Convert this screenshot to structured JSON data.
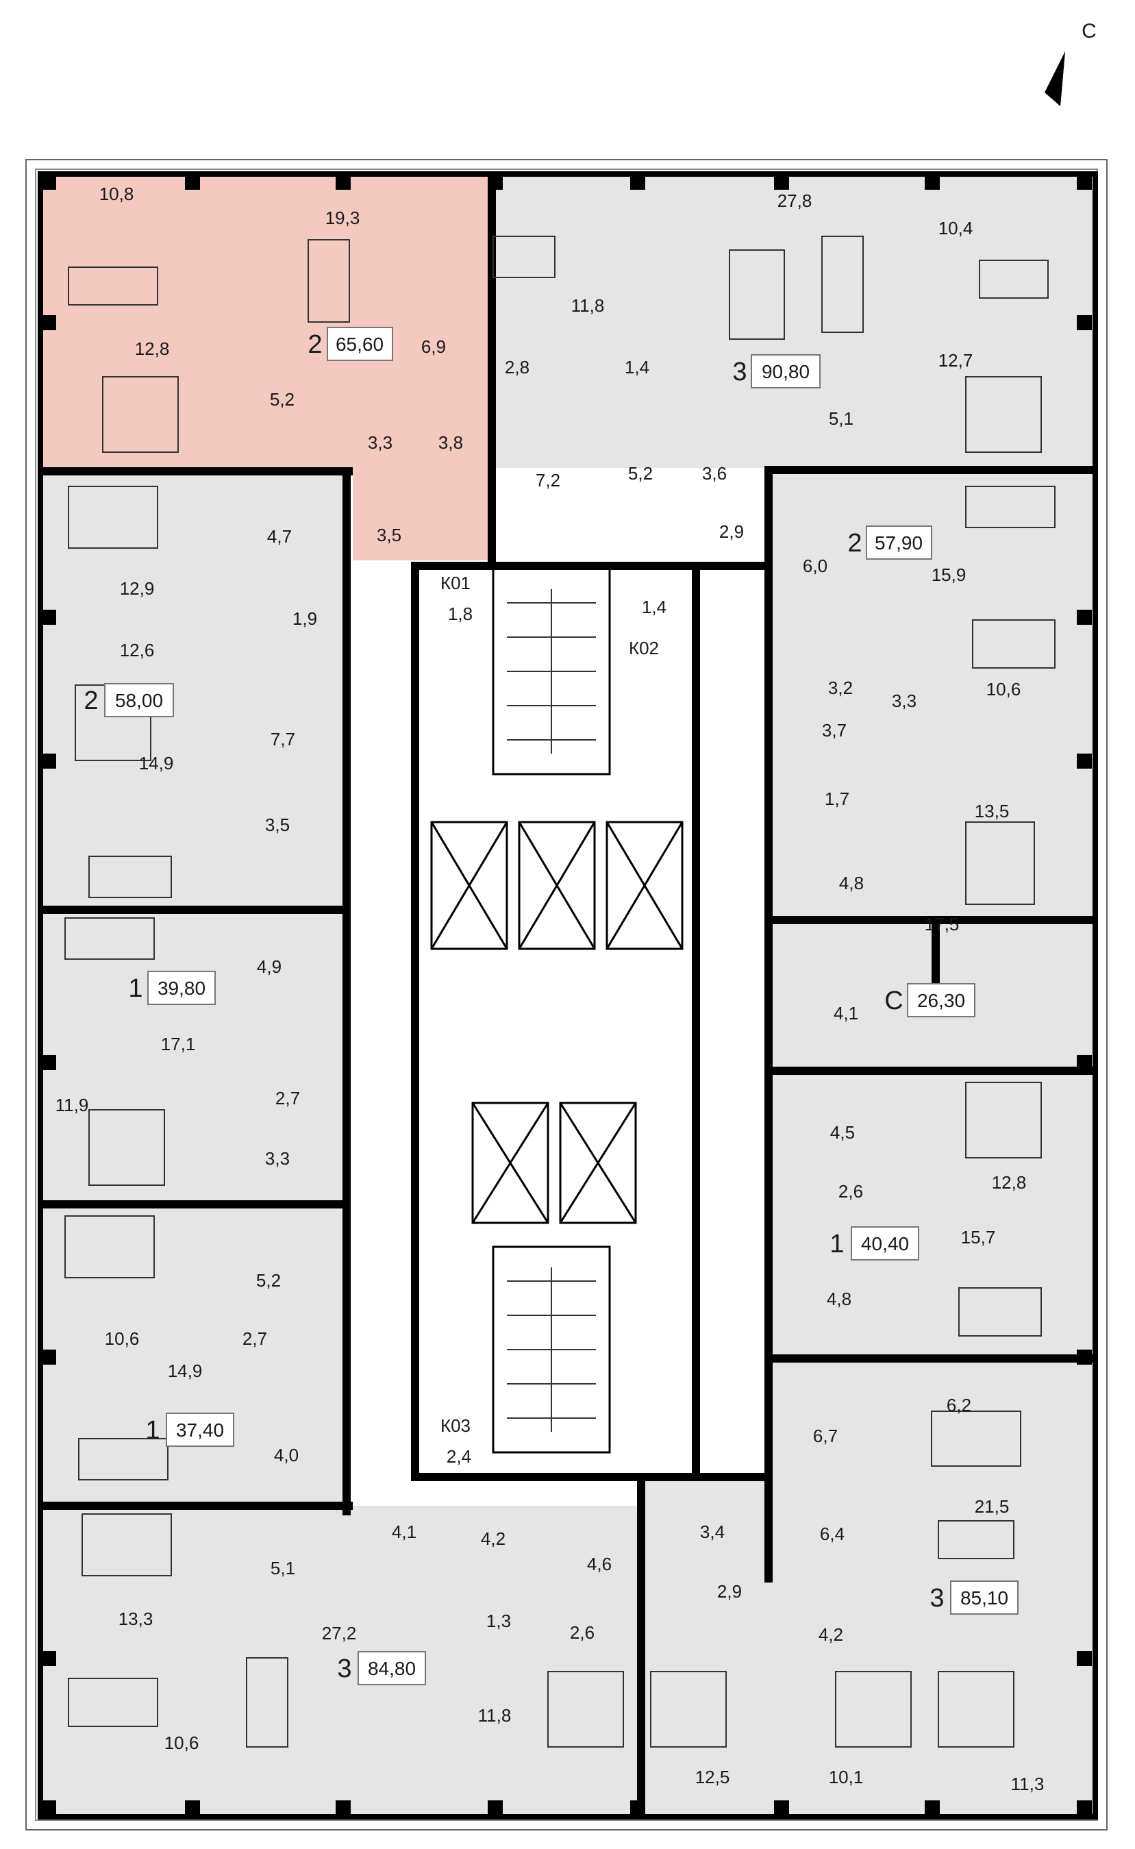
{
  "compass_label": "С",
  "colors": {
    "highlight": "#f4c9c0",
    "apartment_fill": "#e5e5e5",
    "corridor_fill": "#ffffff",
    "wall": "#000000"
  },
  "apartments": [
    {
      "rooms": "2",
      "total": "65,60",
      "highlighted": true
    },
    {
      "rooms": "3",
      "total": "90,80"
    },
    {
      "rooms": "2",
      "total": "57,90"
    },
    {
      "rooms": "2",
      "total": "58,00"
    },
    {
      "rooms": "1",
      "total": "39,80"
    },
    {
      "rooms": "С",
      "total": "26,30"
    },
    {
      "rooms": "1",
      "total": "40,40"
    },
    {
      "rooms": "1",
      "total": "37,40"
    },
    {
      "rooms": "3",
      "total": "85,10"
    },
    {
      "rooms": "3",
      "total": "84,80"
    }
  ],
  "rooms": [
    "10,8",
    "19,3",
    "12,8",
    "6,9",
    "5,2",
    "3,3",
    "3,8",
    "3,5",
    "11,8",
    "2,8",
    "1,4",
    "27,8",
    "10,4",
    "12,7",
    "7,2",
    "5,2",
    "3,6",
    "5,1",
    "2,9",
    "12,9",
    "4,7",
    "1,9",
    "12,6",
    "7,7",
    "14,9",
    "3,5",
    "6,0",
    "15,9",
    "3,2",
    "3,3",
    "10,6",
    "3,7",
    "1,7",
    "13,5",
    "4,8",
    "4,9",
    "17,1",
    "11,9",
    "2,7",
    "3,3",
    "17,5",
    "4,1",
    "4,5",
    "2,6",
    "12,8",
    "15,7",
    "4,8",
    "5,2",
    "10,6",
    "2,7",
    "14,9",
    "4,0",
    "6,7",
    "6,2",
    "21,5",
    "6,4",
    "3,4",
    "2,9",
    "4,2",
    "13,3",
    "5,1",
    "4,1",
    "4,2",
    "4,6",
    "1,3",
    "2,6",
    "27,2",
    "10,6",
    "11,8",
    "12,5",
    "10,1",
    "11,3"
  ],
  "service_rooms": [
    {
      "code": "К01",
      "area": "1,8"
    },
    {
      "code": "К02",
      "area": "1,4"
    },
    {
      "code": "К03",
      "area": "2,4"
    }
  ]
}
